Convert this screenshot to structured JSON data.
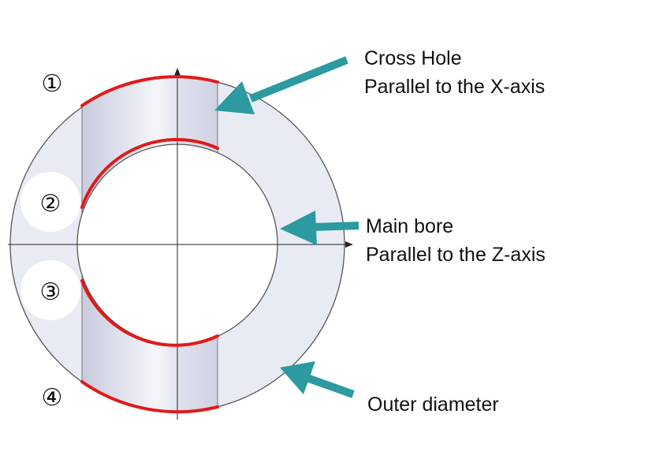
{
  "colors": {
    "ring_fill": "#e9ebf4",
    "cross_hole_band": "#d9dbe8",
    "edge_highlight": "#e11a1a",
    "arrow": "#2c9aa0",
    "outline": "#555555"
  },
  "markers": {
    "m1": "①",
    "m2": "②",
    "m3": "③",
    "m4": "④"
  },
  "labels": {
    "cross_hole": {
      "line1": "Cross Hole",
      "line2": "Parallel to the X-axis"
    },
    "main_bore": {
      "line1": "Main bore",
      "line2": "Parallel to the Z-axis"
    },
    "outer_diameter": "Outer diameter"
  }
}
